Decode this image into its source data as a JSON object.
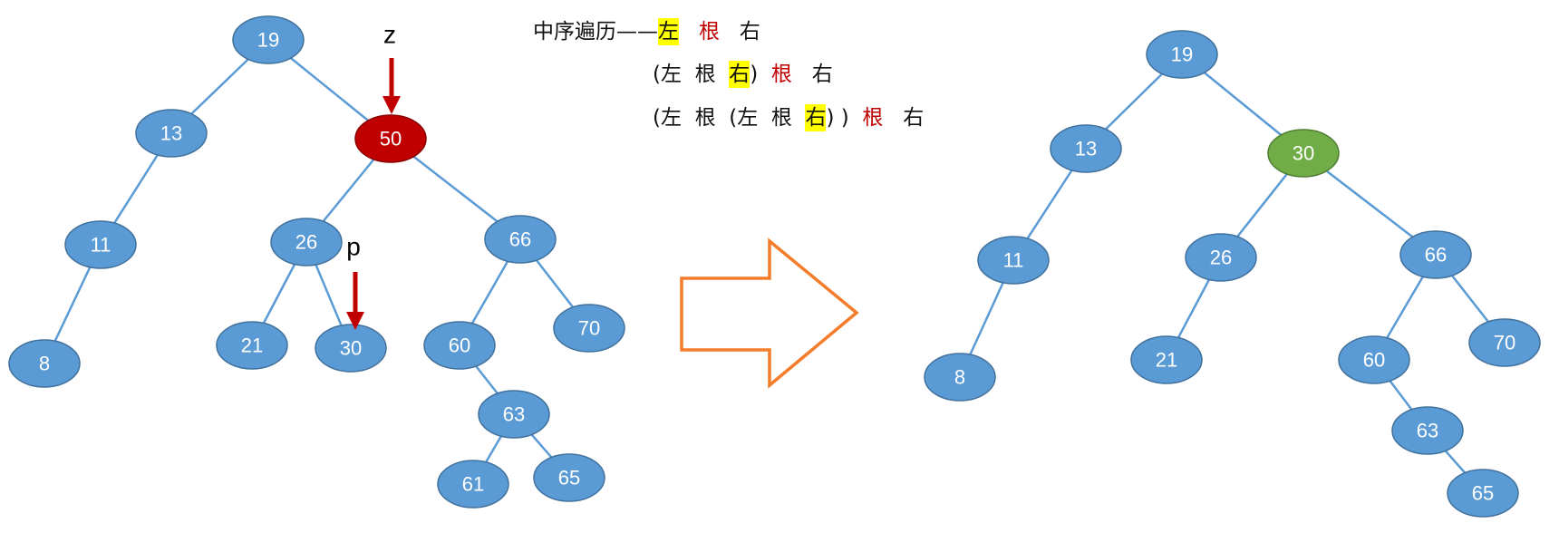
{
  "colors": {
    "node": "#5b9bd5",
    "node_stroke": "#41719c",
    "edge": "#5b9bd5",
    "deleted": "#c00000",
    "replacement": "#70ad47",
    "arrow": "#c00000",
    "big_arrow": "#f47c2a",
    "highlight": "#ffff00"
  },
  "traversal": {
    "line1": [
      {
        "t": "中序遍历——",
        "s": ""
      },
      {
        "t": "左",
        "s": "hl"
      },
      {
        "t": "   ",
        "s": ""
      },
      {
        "t": "根",
        "s": "red"
      },
      {
        "t": "   右",
        "s": ""
      }
    ],
    "line2": [
      {
        "t": "(左  根  ",
        "s": ""
      },
      {
        "t": "右",
        "s": "hl"
      },
      {
        "t": ")  ",
        "s": ""
      },
      {
        "t": "根",
        "s": "red"
      },
      {
        "t": "   右",
        "s": ""
      }
    ],
    "line3": [
      {
        "t": "(左  根  (左  根  ",
        "s": ""
      },
      {
        "t": "右",
        "s": "hl"
      },
      {
        "t": ") )  ",
        "s": ""
      },
      {
        "t": "根",
        "s": "red"
      },
      {
        "t": "   右",
        "s": ""
      }
    ]
  },
  "labels": {
    "z": "z",
    "p": "p"
  },
  "left_tree": {
    "nodes": [
      {
        "id": "19",
        "label": "19"
      },
      {
        "id": "13",
        "label": "13"
      },
      {
        "id": "50",
        "label": "50",
        "state": "deleted"
      },
      {
        "id": "11",
        "label": "11"
      },
      {
        "id": "26",
        "label": "26"
      },
      {
        "id": "66",
        "label": "66"
      },
      {
        "id": "8",
        "label": "8"
      },
      {
        "id": "21",
        "label": "21"
      },
      {
        "id": "30",
        "label": "30"
      },
      {
        "id": "60",
        "label": "60"
      },
      {
        "id": "70",
        "label": "70"
      },
      {
        "id": "63",
        "label": "63"
      },
      {
        "id": "61",
        "label": "61"
      },
      {
        "id": "65",
        "label": "65"
      }
    ],
    "edges": [
      [
        "19",
        "13"
      ],
      [
        "19",
        "50"
      ],
      [
        "13",
        "11"
      ],
      [
        "11",
        "8"
      ],
      [
        "50",
        "26"
      ],
      [
        "50",
        "66"
      ],
      [
        "26",
        "21"
      ],
      [
        "26",
        "30"
      ],
      [
        "66",
        "60"
      ],
      [
        "66",
        "70"
      ],
      [
        "60",
        "63"
      ],
      [
        "63",
        "61"
      ],
      [
        "63",
        "65"
      ]
    ]
  },
  "right_tree": {
    "nodes": [
      {
        "id": "19",
        "label": "19"
      },
      {
        "id": "13",
        "label": "13"
      },
      {
        "id": "30",
        "label": "30",
        "state": "replacement"
      },
      {
        "id": "11",
        "label": "11"
      },
      {
        "id": "26",
        "label": "26"
      },
      {
        "id": "66",
        "label": "66"
      },
      {
        "id": "8",
        "label": "8"
      },
      {
        "id": "21",
        "label": "21"
      },
      {
        "id": "60",
        "label": "60"
      },
      {
        "id": "70",
        "label": "70"
      },
      {
        "id": "63",
        "label": "63"
      },
      {
        "id": "65",
        "label": "65"
      }
    ],
    "edges": [
      [
        "19",
        "13"
      ],
      [
        "19",
        "30"
      ],
      [
        "13",
        "11"
      ],
      [
        "11",
        "8"
      ],
      [
        "30",
        "26"
      ],
      [
        "30",
        "66"
      ],
      [
        "26",
        "21"
      ],
      [
        "66",
        "60"
      ],
      [
        "66",
        "70"
      ],
      [
        "60",
        "63"
      ],
      [
        "63",
        "65"
      ]
    ]
  }
}
